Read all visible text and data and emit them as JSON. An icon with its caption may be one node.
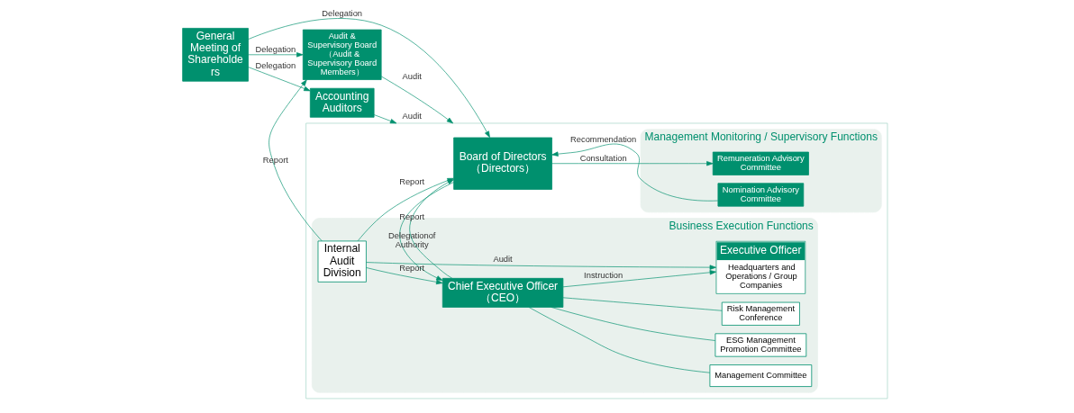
{
  "diagram": {
    "nodes": [
      {
        "text": [
          "General Meeting of Shareholders"
        ]
      },
      {
        "text": [],
        "shape": "box"
      },
      {
        "text": [
          "Management Monitoring / Supervisory Functions"
        ],
        "in": 1
      },
      {
        "text": [
          "Board of Directors （Directors）"
        ],
        "in": 1
      },
      {
        "text": [
          "Remuneration Advisory Committee"
        ],
        "in": 2
      },
      {
        "text": [
          "Nomination Advisory Committee"
        ],
        "in": 2
      },
      {
        "text": [
          "Business Execution Functions"
        ],
        "in": 1
      },
      {
        "text": [
          "Audit & Supervisory Board （Audit & Supervisory Board Members）"
        ]
      },
      {
        "text": [
          "Accounting Auditors"
        ]
      },
      {
        "text": [
          "Internal Audit Division"
        ],
        "in": 6
      },
      {
        "text": [
          "Chief Executive Officer （CEO）"
        ],
        "in": 6
      },
      {
        "text": [
          "Executive Officer",
          "Headquarters and Operations / Group Companies"
        ],
        "in": 6
      },
      {
        "text": [
          "Management Committee"
        ],
        "in": 6
      },
      {
        "text": [
          "ESG Management Promotion Committee"
        ],
        "in": 6
      },
      {
        "text": [
          "Risk Management Conference"
        ],
        "in": 6
      }
    ],
    "edges": [
      {
        "from": 0,
        "to": 3,
        "arrow": "to",
        "label": "Delegation"
      },
      {
        "from": 0,
        "to": 7,
        "arrow": "to",
        "label": "Delegation"
      },
      {
        "from": 0,
        "to": 8,
        "arrow": "to",
        "label": "Delegation"
      },
      {
        "from": 7,
        "to": 1,
        "arrow": "to",
        "label": "Audit"
      },
      {
        "from": 8,
        "to": 1,
        "arrow": "to",
        "label": "Audit"
      },
      {
        "from": 3,
        "to": 4,
        "arrow": "to",
        "label": "Consultation"
      },
      {
        "from": 5,
        "to": 3,
        "arrow": "to",
        "label": "Recommendation"
      },
      {
        "from": 9,
        "to": 3,
        "arrow": "to",
        "label": "Report"
      },
      {
        "from": 9,
        "to": 7,
        "arrow": "to",
        "label": "Report"
      },
      {
        "from": 9,
        "to": 10,
        "arrow": "to",
        "label": "Report"
      },
      {
        "from": 9,
        "to": 11,
        "arrow": "to",
        "label": "Audit"
      },
      {
        "from": 10,
        "to": 3,
        "arrow": "to",
        "label": "Report"
      },
      {
        "from": 3,
        "to": 10,
        "arrow": "to",
        "label": "Delegationof Authority"
      },
      {
        "from": 10,
        "to": 11,
        "arrow": "to",
        "label": "Instruction"
      },
      {
        "from": 10,
        "to": 12,
        "arrow": "none"
      },
      {
        "from": 10,
        "to": 13,
        "arrow": "none"
      },
      {
        "from": 10,
        "to": 14,
        "arrow": "none"
      }
    ]
  }
}
